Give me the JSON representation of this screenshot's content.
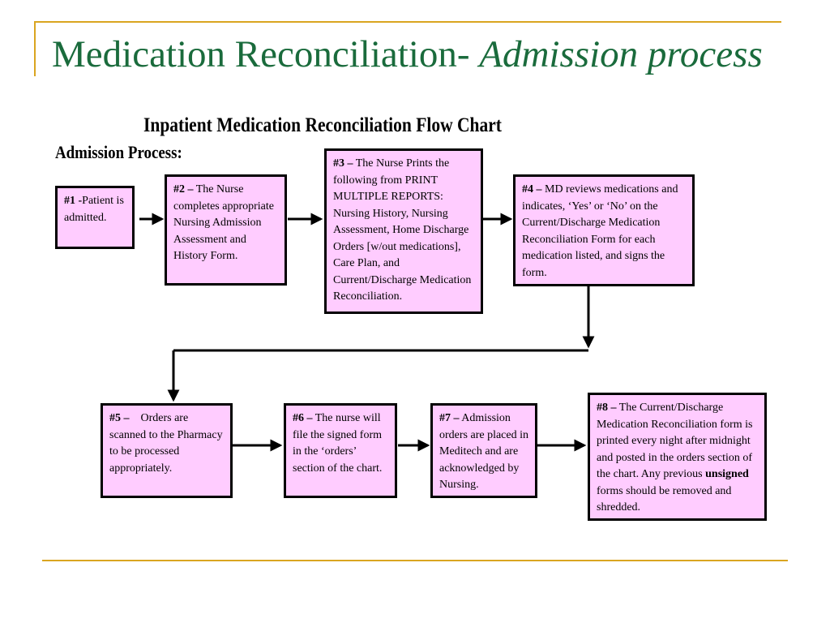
{
  "slide": {
    "title_main": "Medication Reconciliation-",
    "title_italic": "Admission process"
  },
  "chart": {
    "title": "Inpatient Medication Reconciliation Flow Chart",
    "section_label": "Admission Process:"
  },
  "steps": [
    {
      "num": "#1 -",
      "text": "Patient is admitted."
    },
    {
      "num": "#2 –",
      "text": " The Nurse completes appropriate Nursing Admission Assessment and History Form."
    },
    {
      "num": "#3 –",
      "text": " The Nurse Prints the following from PRINT MULTIPLE REPORTS: Nursing History, Nursing Assessment, Home Discharge Orders [w/out medications], Care Plan, and Current/Discharge Medication Reconciliation."
    },
    {
      "num": "#4 –",
      "text": " MD reviews medications and indicates, ‘Yes’ or ‘No’ on the Current/Discharge Medication Reconciliation Form for each medication listed, and signs the form."
    },
    {
      "num": "#5 –",
      "text": "    Orders are scanned to the Pharmacy to be processed appropriately."
    },
    {
      "num": "#6 –",
      "text": " The nurse will file the signed form in the ‘orders’ section of the chart."
    },
    {
      "num": "#7 –",
      "text": " Admission orders are placed in Meditech and are acknowledged by Nursing."
    },
    {
      "num": "#8 –",
      "text_before": " The Current/Discharge Medication Reconciliation form is printed every night after midnight and posted in the orders section of the chart. Any previous ",
      "bold": "unsigned",
      "text_after": " forms should be removed and shredded."
    }
  ]
}
